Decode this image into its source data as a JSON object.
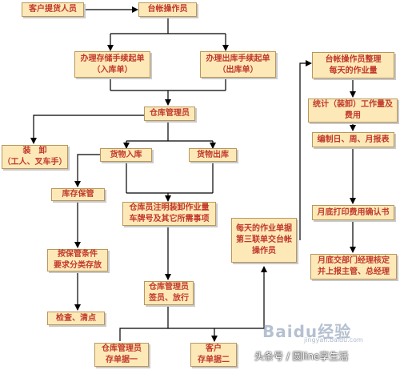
{
  "nodes": {
    "customer_buyer": "客户提货人员",
    "ledger_operator": "台帐操作员",
    "inbound_proc": "办理存储手续起单\n（入库单）",
    "outbound_proc": "办理出库手续起单\n（出库单）",
    "warehouse_manager": "仓库管理员",
    "loading": "装　卸\n（工人、叉车手）",
    "goods_in": "货物入库",
    "goods_out": "货物出库",
    "storage_keeping": "库存保管",
    "classify_store": "按保管条件\n要求分类存放",
    "inspect_count": "检查、清点",
    "note_volume": "仓库员注明装卸作业量\n车牌号及其它所需事项",
    "sign_release": "仓库管理员\n签员、放行",
    "keep_slip1": "仓库管理员\n存单据一",
    "customer_slip2": "客户\n存单据二",
    "daily_ticket": "每天的作业单据\n第三联单交台帐\n操作员",
    "daily_sort": "台帐操作员整理\n每天的作业量",
    "stats_fee": "统计（装卸）工作量及\n费用",
    "reports": "编制日、周、月报表",
    "month_print": "月底打印费用确认书",
    "month_submit": "月底交部门经理核定\n并上报主管、总经理"
  },
  "watermarks": {
    "baidu": "Baidu经验",
    "baidu_url": "jingyan.baidu.com",
    "toutiao": "头条号 / 圆line享生活"
  },
  "colors": {
    "box_fill": "#fde9b8",
    "box_border": "#b9975b",
    "box_text": "#c0392b",
    "line": "#000000"
  }
}
